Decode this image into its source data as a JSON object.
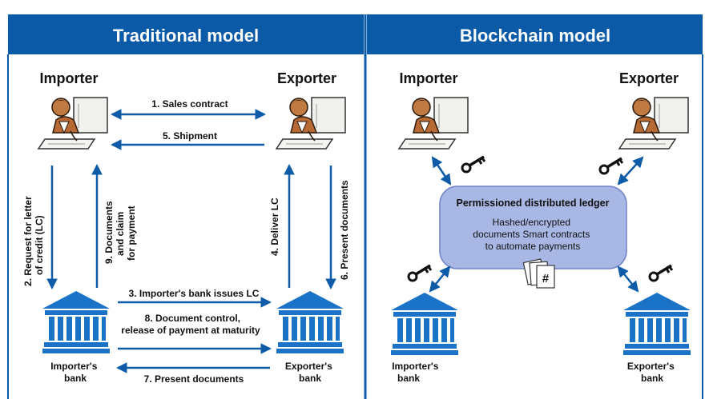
{
  "colors": {
    "header_blue": "#0b5aa7",
    "arrow_blue": "#0e5ba8",
    "ledger_fill": "#a8b7e4",
    "ledger_stroke": "#6f83c8",
    "bank_blue": "#1a73c6",
    "text": "#111111"
  },
  "traditional": {
    "title": "Traditional model",
    "importer_label": "Importer",
    "exporter_label": "Exporter",
    "importer_bank_label": [
      "Importer's",
      "bank"
    ],
    "exporter_bank_label": [
      "Exporter's",
      "bank"
    ],
    "steps": {
      "s1": "1. Sales contract",
      "s5": "5. Shipment",
      "s2": [
        "2. Request for letter",
        "of credit (LC)"
      ],
      "s9": [
        "9. Documents",
        "and claim",
        "for payment"
      ],
      "s4": "4. Deliver LC",
      "s6": "6. Present documents",
      "s3": "3. Importer's bank issues LC",
      "s8": [
        "8. Document control,",
        "release of payment at maturity"
      ],
      "s7": "7. Present documents"
    }
  },
  "blockchain": {
    "title": "Blockchain model",
    "importer_label": "Importer",
    "exporter_label": "Exporter",
    "importer_bank_label": [
      "Importer's",
      "bank"
    ],
    "exporter_bank_label": [
      "Exporter's",
      "bank"
    ],
    "ledger_title": "Permissioned distributed ledger",
    "ledger_lines": [
      "Hashed/encrypted",
      "documents Smart contracts",
      "to automate payments"
    ],
    "document_symbol": "#"
  },
  "icons": [
    "person-at-computer-icon",
    "bank-building-icon",
    "key-icon",
    "document-stack-icon"
  ]
}
